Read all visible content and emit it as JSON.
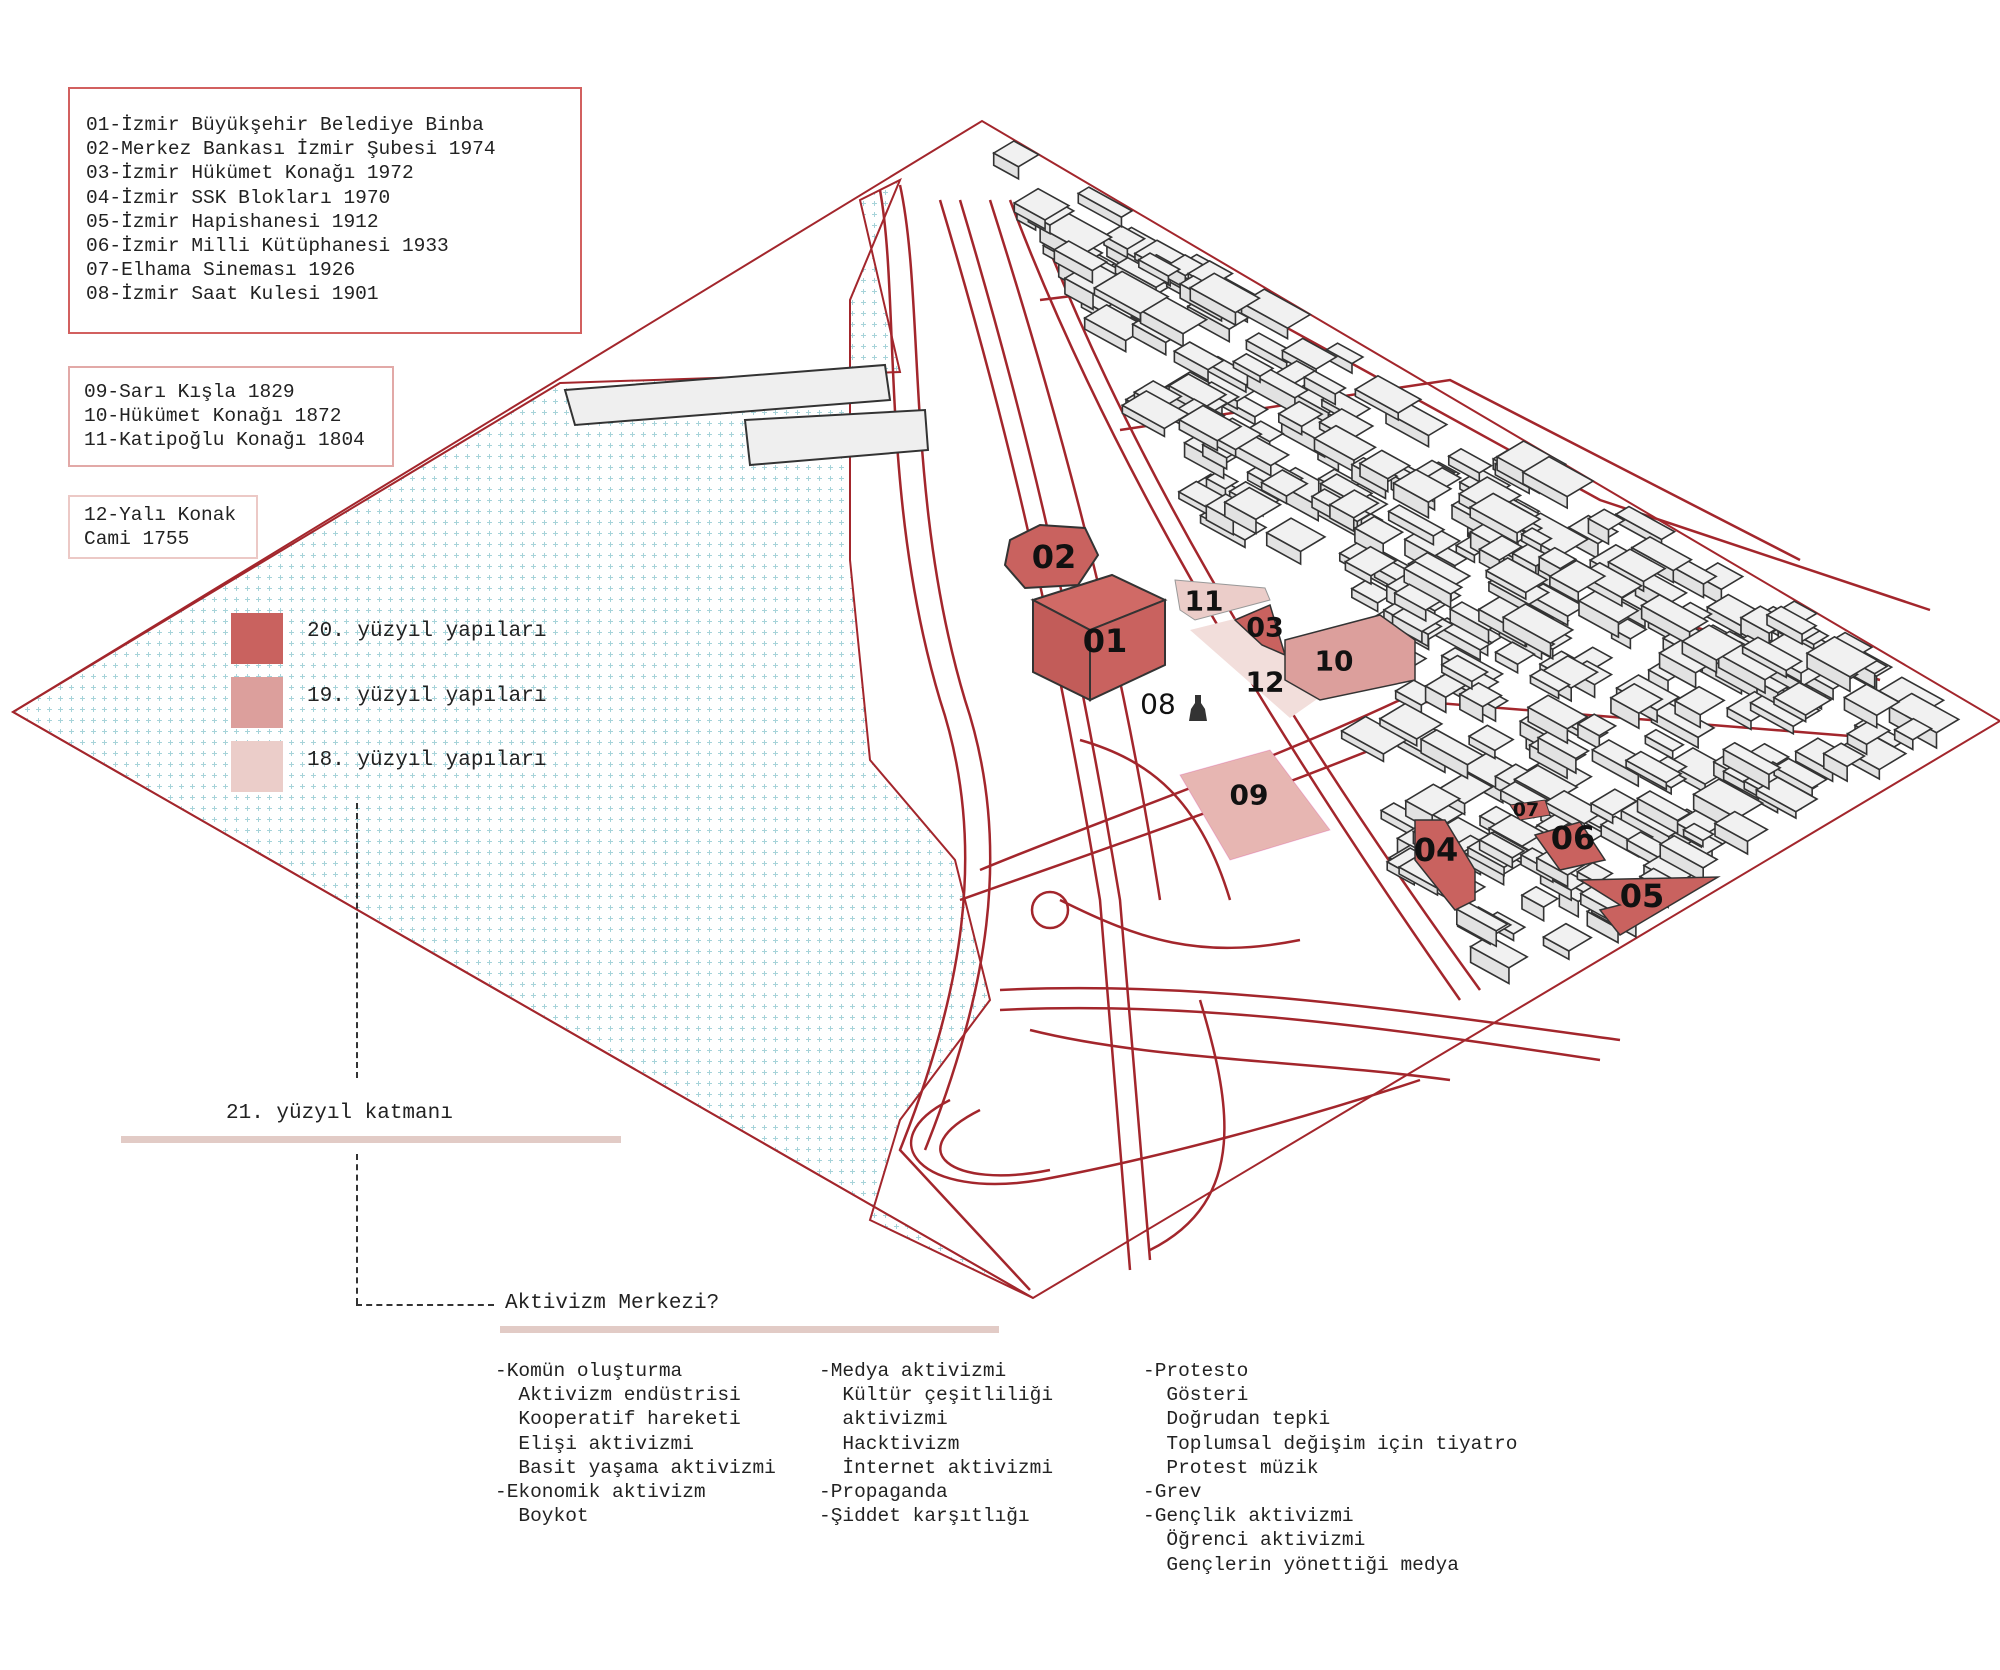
{
  "legend_modern": [
    "01-İzmir Büyükşehir Belediye Binba",
    "02-Merkez Bankası İzmir Şubesi 1974",
    "03-İzmir Hükümet Konağı 1972",
    "04-İzmir SSK Blokları 1970",
    "05-İzmir Hapishanesi 1912",
    "06-İzmir Milli Kütüphanesi 1933",
    "07-Elhama Sineması 1926",
    "08-İzmir Saat Kulesi 1901"
  ],
  "legend_19c": [
    "09-Sarı Kışla 1829",
    "10-Hükümet Konağı 1872",
    "11-Katipoğlu Konağı 1804"
  ],
  "legend_18c": [
    "12-Yalı Konak",
    "Cami 1755"
  ],
  "period_legend": [
    {
      "label": "20. yüzyıl yapıları",
      "color": "#c9625f"
    },
    {
      "label": "19. yüzyıl yapıları",
      "color": "#dc9f9c"
    },
    {
      "label": "18. yüzyıl yapıları",
      "color": "#ebcdc9"
    }
  ],
  "map_labels": [
    "01",
    "02",
    "03",
    "04",
    "05",
    "06",
    "07",
    "08",
    "09",
    "10",
    "11",
    "12"
  ],
  "colors": {
    "road": "#a3262c",
    "water_dot": "#9ccfd6",
    "building": "#efefef",
    "outline": "#333333"
  },
  "layer_title": "21. yüzyıl katmanı",
  "center_title": "Aktivizm Merkezi?",
  "columns": [
    [
      "-Komün oluşturma",
      "  Aktivizm endüstrisi",
      "  Kooperatif hareketi",
      "  Elişi aktivizmi",
      "  Basit yaşama aktivizmi",
      "-Ekonomik aktivizm",
      "  Boykot"
    ],
    [
      "-Medya aktivizmi",
      "  Kültür çeşitliliği",
      "  aktivizmi",
      "  Hacktivizm",
      "  İnternet aktivizmi",
      "-Propaganda",
      "-Şiddet karşıtlığı"
    ],
    [
      "-Protesto",
      "  Gösteri",
      "  Doğrudan tepki",
      "  Toplumsal değişim için tiyatro",
      "  Protest müzik",
      "-Grev",
      "-Gençlik aktivizmi",
      "  Öğrenci aktivizmi",
      "  Gençlerin yönettiği medya"
    ]
  ]
}
